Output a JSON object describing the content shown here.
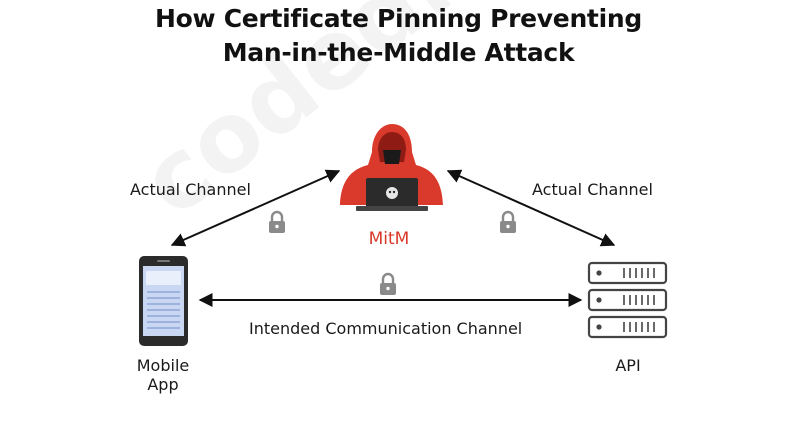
{
  "title_line1": "How Certificate Pinning Preventing",
  "title_line2": "Man-in-the-Middle Attack",
  "watermark": "codedby.net",
  "labels": {
    "actual_channel_left": "Actual Channel",
    "actual_channel_right": "Actual Channel",
    "intended_channel": "Intended Communication Channel",
    "mitm": "MitM",
    "mobile_line1": "Mobile",
    "mobile_line2": "App",
    "api": "API"
  },
  "colors": {
    "hacker_red": "#d93a2b",
    "lock_gray": "#8a8a8a",
    "device_dark": "#2b2b2b",
    "screen_blue": "#c9d7f2",
    "arrow": "#111111"
  },
  "icons": [
    "hacker-icon",
    "lock-icon",
    "mobile-phone-icon",
    "server-icon"
  ]
}
